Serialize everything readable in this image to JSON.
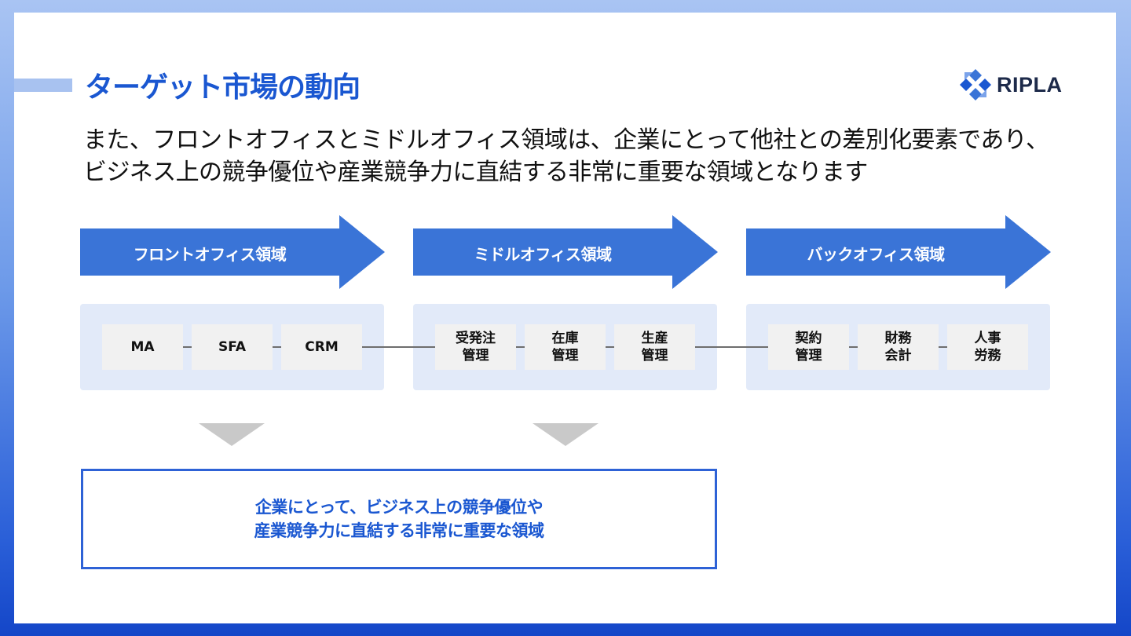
{
  "title": "ターゲット市場の動向",
  "logo": {
    "text": "RIPLA",
    "icon": "ripla-logo-icon"
  },
  "intro": {
    "line1": "また、フロントオフィスとミドルオフィス領域は、企業にとって他社との差別化要素であり、",
    "line2": "ビジネス上の競争優位や産業競争力に直結する非常に重要な領域となります"
  },
  "colors": {
    "accent": "#1a57d1",
    "arrow": "#3a74d7",
    "panel": "#e2eaf9",
    "box": "#f1f1f1",
    "triangle": "#c9c9c9"
  },
  "domains": [
    {
      "label": "フロントオフィス領域",
      "items": [
        [
          "MA"
        ],
        [
          "SFA"
        ],
        [
          "CRM"
        ]
      ]
    },
    {
      "label": "ミドルオフィス領域",
      "items": [
        [
          "受発注",
          "管理"
        ],
        [
          "在庫",
          "管理"
        ],
        [
          "生産",
          "管理"
        ]
      ]
    },
    {
      "label": "バックオフィス領域",
      "items": [
        [
          "契約",
          "管理"
        ],
        [
          "財務",
          "会計"
        ],
        [
          "人事",
          "労務"
        ]
      ]
    }
  ],
  "summary": {
    "line1": "企業にとって、ビジネス上の競争優位や",
    "line2": "産業競争力に直結する非常に重要な領域"
  }
}
